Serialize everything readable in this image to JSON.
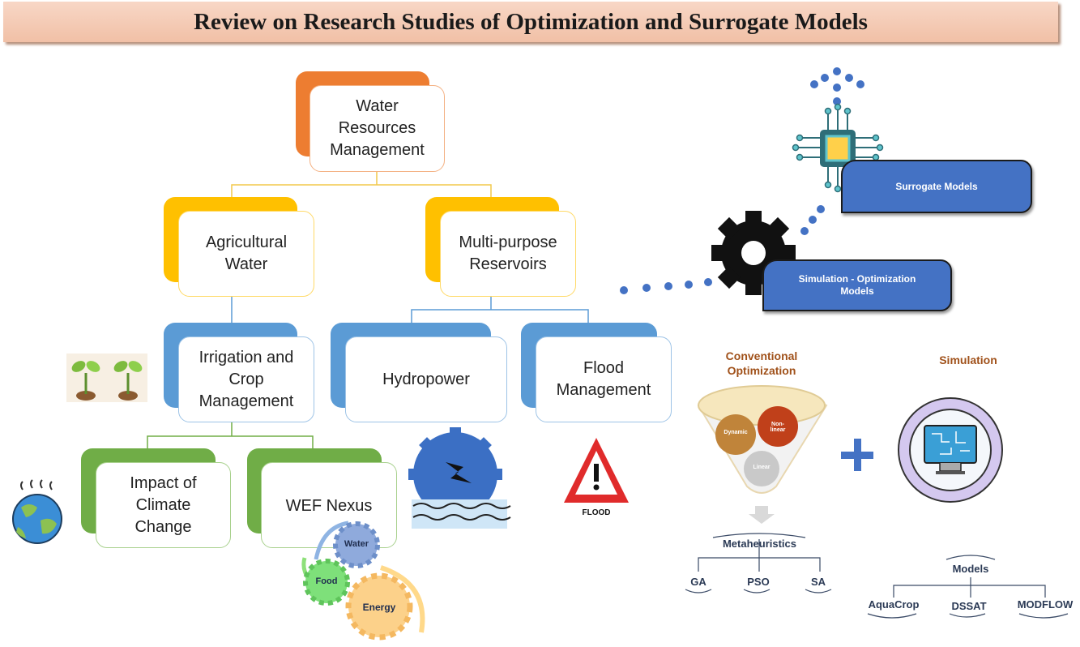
{
  "title": "Review on Research Studies of Optimization and Surrogate Models",
  "hierarchy": {
    "root": "Water Resources Management",
    "level1": [
      "Agricultural Water",
      "Multi-purpose Reservoirs"
    ],
    "level2": [
      "Irrigation and Crop Management",
      "Hydropower",
      "Flood Management"
    ],
    "level3": [
      "Impact of Climate Change",
      "WEF Nexus"
    ]
  },
  "nexus_gears": [
    "Water",
    "Food",
    "Energy"
  ],
  "flood_sign": "FLOOD",
  "right_panel": {
    "surrogate": "Surrogate Models",
    "simopt": "Simulation - Optimization Models",
    "conventional": "Conventional Optimization",
    "simulation": "Simulation",
    "funnel": [
      "Dynamic",
      "Non-linear",
      "Linear"
    ],
    "metaheuristics": "Metaheuristics",
    "meta_items": [
      "GA",
      "PSO",
      "SA"
    ],
    "models": "Models",
    "model_items": [
      "AquaCrop",
      "DSSAT",
      "MODFLOW"
    ]
  },
  "colors": {
    "orange": "#ed7d31",
    "gold": "#ffc000",
    "blue": "#5b9bd5",
    "green": "#70ad47",
    "pill": "#4472c4",
    "banner": "#f4c9b3"
  }
}
